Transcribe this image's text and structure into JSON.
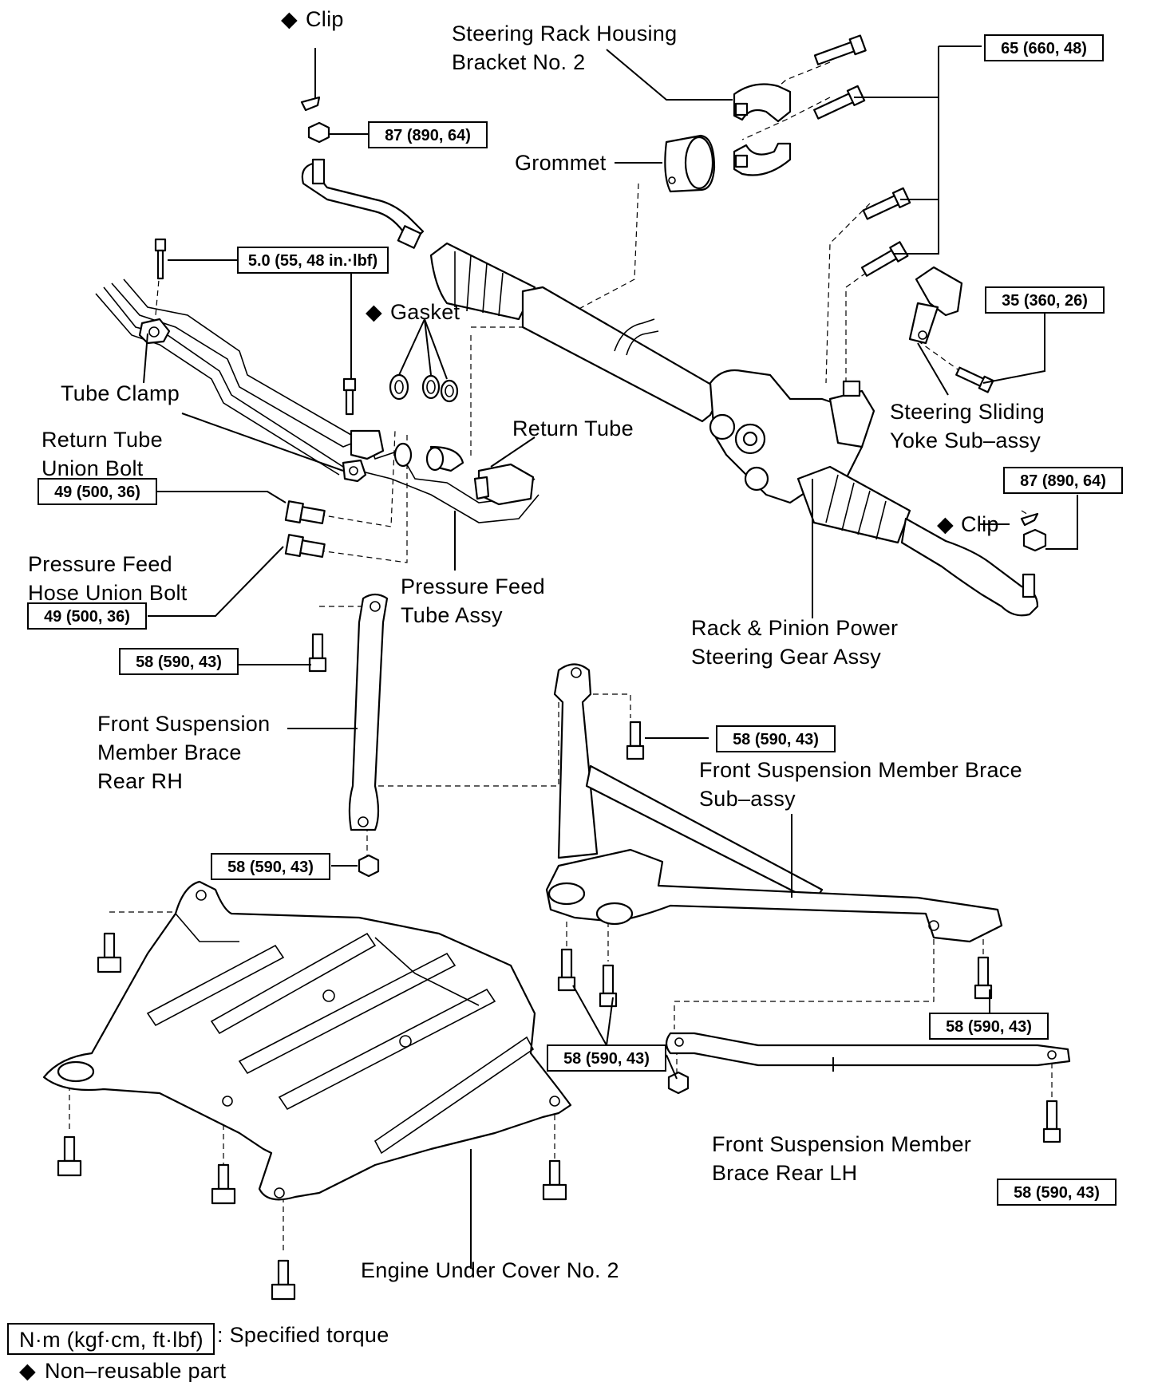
{
  "labels": {
    "clip_top": "Clip",
    "steering_rack_housing_bracket": [
      "Steering Rack Housing",
      "Bracket No. 2"
    ],
    "grommet": "Grommet",
    "gasket": "Gasket",
    "tube_clamp": "Tube Clamp",
    "return_tube_union_bolt": [
      "Return Tube",
      "Union Bolt"
    ],
    "return_tube": "Return Tube",
    "pressure_feed_hose_union_bolt": [
      "Pressure Feed",
      "Hose Union Bolt"
    ],
    "pressure_feed_tube_assy": [
      "Pressure Feed",
      "Tube Assy"
    ],
    "steering_sliding_yoke": [
      "Steering Sliding",
      "Yoke Sub–assy"
    ],
    "clip_right": "Clip",
    "rack_pinion": [
      "Rack & Pinion Power",
      "Steering Gear Assy"
    ],
    "brace_rear_rh": [
      "Front Suspension",
      "Member Brace",
      "Rear RH"
    ],
    "brace_sub_assy": [
      "Front Suspension Member Brace",
      "Sub–assy"
    ],
    "brace_rear_lh": [
      "Front Suspension Member",
      "Brace Rear LH"
    ],
    "engine_under_cover": "Engine Under Cover No. 2"
  },
  "torques": {
    "bracket_bolts": "65 (660, 48)",
    "tie_rod_nut_left": "87 (890, 64)",
    "tube_clamp_bolt": "5.0 (55, 48 in.·lbf)",
    "yoke_bolt": "35 (360, 26)",
    "tie_rod_nut_right": "87 (890, 64)",
    "return_union_bolt": "49 (500, 36)",
    "pressure_union_bolt": "49 (500, 36)",
    "brace_rh_top": "58 (590, 43)",
    "brace_sub_top": "58 (590, 43)",
    "brace_rh_bottom": "58 (590, 43)",
    "brace_sub_bottom": "58 (590, 43)",
    "brace_lh_left": "58 (590, 43)",
    "brace_lh_right": "58 (590, 43)"
  },
  "legend": {
    "unit": "N·m (kgf·cm, ft·lbf)",
    "specified": ": Specified torque",
    "non_reusable": "Non–reusable part"
  },
  "symbols": {
    "non_reusable_mark": "◆"
  }
}
